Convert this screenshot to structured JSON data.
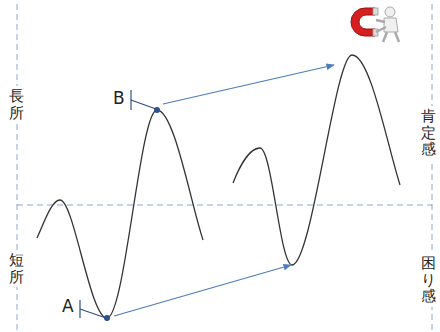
{
  "diagram": {
    "labels": [
      "長所",
      "B",
      "肯定感",
      "短所",
      "A",
      "困り感"
    ]
  }
}
